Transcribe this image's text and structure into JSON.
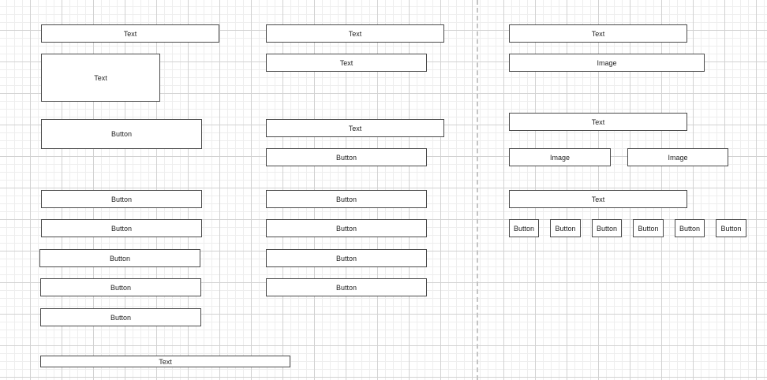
{
  "colors": {
    "border": "#4a4a4a",
    "fill": "#ffffff",
    "grid": "#d2d2d2",
    "divider": "#c4c4c4"
  },
  "left_column": {
    "text_1": "Text",
    "text_2": "Text",
    "button_1": "Button",
    "button_2": "Button",
    "button_3": "Button",
    "button_4": "Button",
    "button_5": "Button",
    "button_6": "Button",
    "footer_text": "Text"
  },
  "middle_column": {
    "text_1": "Text",
    "text_2": "Text",
    "text_3": "Text",
    "button_1": "Button",
    "button_2": "Button",
    "button_3": "Button",
    "button_4": "Button",
    "button_5": "Button"
  },
  "right_column": {
    "text_1": "Text",
    "image_1": "Image",
    "text_2": "Text",
    "image_2": "Image",
    "image_3": "Image",
    "text_3": "Text",
    "buttons": [
      "Button",
      "Button",
      "Button",
      "Button",
      "Button",
      "Button"
    ]
  }
}
